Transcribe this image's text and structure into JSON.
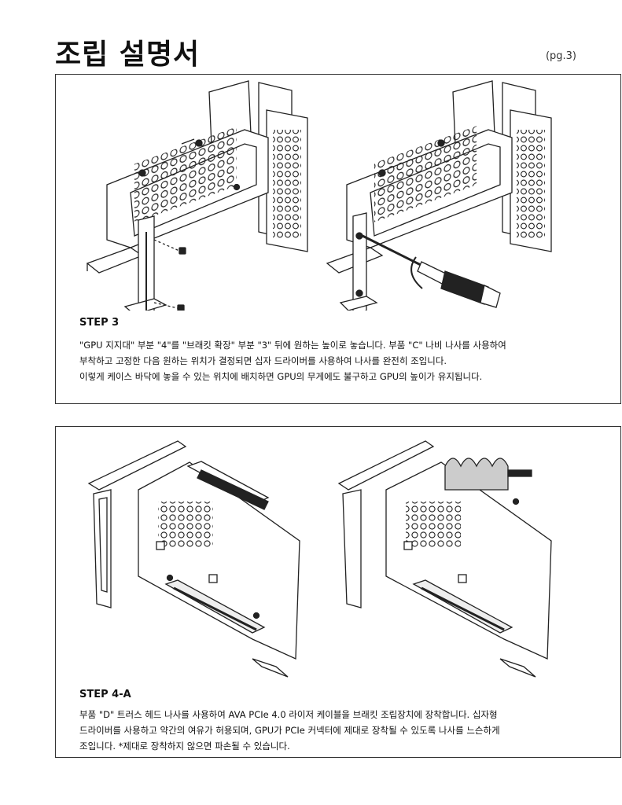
{
  "header": {
    "title": "조립 설명서",
    "page_number": "(pg.3)"
  },
  "steps": [
    {
      "label": "STEP 3",
      "lines": [
        "\"GPU 지지대\" 부분 \"4\"를 \"브래킷 확장\" 부분 \"3\" 뒤에 원하는 높이로 놓습니다. 부품 \"C\" 나비 나사를 사용하여",
        "부착하고 고정한 다음 원하는 위치가 결정되면 십자 드라이버를 사용하여 나사를 완전히 조입니다.",
        "이렇게 케이스 바닥에 놓을 수 있는 위치에 배치하면 GPU의 무게에도 불구하고 GPU의 높이가 유지됩니다."
      ]
    },
    {
      "label": "STEP 4-A",
      "lines": [
        "부품 \"D\" 트러스 헤드 나사를 사용하여 AVA PCIe 4.0 라이저 케이블을 브래킷 조립장치에 장착합니다. 십자형",
        "드라이버를 사용하고 약간의 여유가 허용되며, GPU가 PCIe 커넥터에 제대로 장착될 수 있도록 나사를 느슨하게",
        "조입니다. *제대로 장착하지 않으면 파손될 수 있습니다."
      ]
    }
  ]
}
